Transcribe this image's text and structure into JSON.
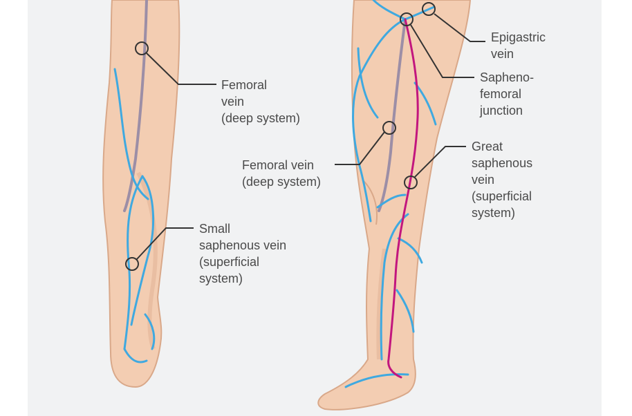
{
  "labels": {
    "femoral_back": [
      "Femoral",
      "vein",
      "(deep system)"
    ],
    "small_saphenous": [
      "Small",
      "saphenous vein",
      "(superficial",
      "system)"
    ],
    "femoral_front": [
      "Femoral vein",
      "(deep system)"
    ],
    "epigastric": [
      "Epigastric",
      "vein"
    ],
    "saphenofemoral": [
      "Sapheno-",
      "femoral",
      "junction"
    ],
    "great_saphenous": [
      "Great",
      "saphenous",
      "vein",
      "(superficial",
      "system)"
    ]
  },
  "colors": {
    "skin": "#f3cdb2",
    "skin_outline": "#d9a889",
    "superficial_vein": "#3fa9e0",
    "great_saphenous": "#c2167e",
    "deep_vein": "#9c8ea6",
    "label_text": "#4a4a4a",
    "leader": "#333333"
  }
}
